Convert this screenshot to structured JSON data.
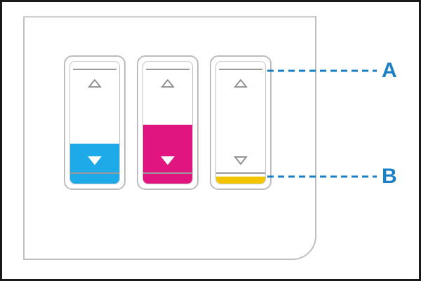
{
  "callouts": {
    "a": "A",
    "b": "B"
  },
  "tanks": [
    {
      "color_name": "cyan",
      "color": "#1ea9e8",
      "fill_level": 0.33
    },
    {
      "color_name": "magenta",
      "color": "#e0157f",
      "fill_level": 0.48
    },
    {
      "color_name": "yellow",
      "color": "#f2c500",
      "fill_level": 0.06
    }
  ],
  "colors": {
    "callout": "#1a7fc4",
    "outline": "#bdbdbd",
    "marker_line": "#9a9a9a"
  },
  "icons": {
    "upper_limit": "triangle-up-icon",
    "lower_limit": "triangle-down-icon"
  }
}
